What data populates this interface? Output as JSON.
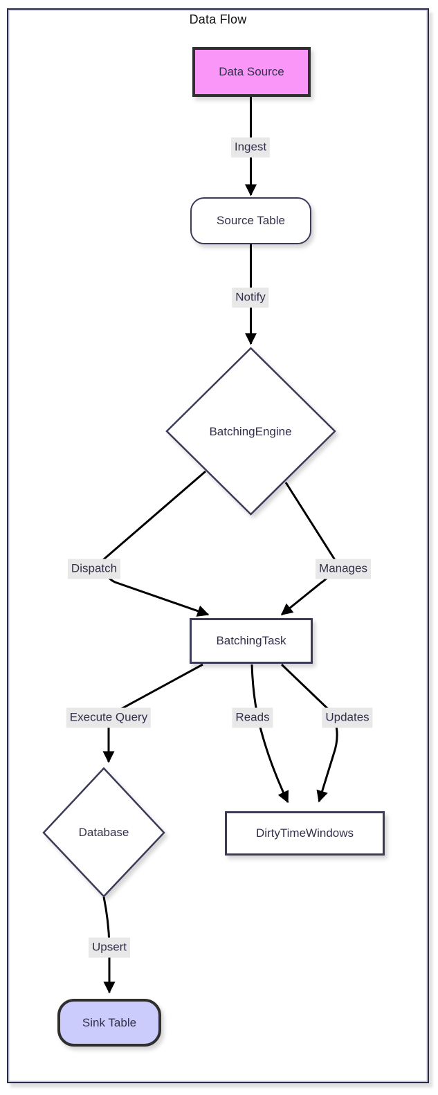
{
  "diagram": {
    "title": "Data Flow",
    "type": "flowchart",
    "direction": "top-down",
    "edge_label_bg": "#e8e8e8",
    "edge_color": "#000000",
    "text_color": "#32304a",
    "frame_border_color": "#2b2b45",
    "nodes": [
      {
        "id": "data_source",
        "label": "Data Source",
        "shape": "rectangle",
        "fill": "#f996f8",
        "stroke": "#2f2f2f"
      },
      {
        "id": "source_table",
        "label": "Source Table",
        "shape": "rounded-rectangle",
        "fill": "#ffffff",
        "stroke": "#3b3b58"
      },
      {
        "id": "batching_engine",
        "label": "BatchingEngine",
        "shape": "diamond",
        "fill": "#ffffff",
        "stroke": "#3b3b58"
      },
      {
        "id": "batching_task",
        "label": "BatchingTask",
        "shape": "rectangle",
        "fill": "#ffffff",
        "stroke": "#3b3b58"
      },
      {
        "id": "database",
        "label": "Database",
        "shape": "diamond",
        "fill": "#ffffff",
        "stroke": "#3b3b58"
      },
      {
        "id": "dirty_time_windows",
        "label": "DirtyTimeWindows",
        "shape": "rectangle",
        "fill": "#ffffff",
        "stroke": "#3b3b58"
      },
      {
        "id": "sink_table",
        "label": "Sink Table",
        "shape": "rounded-rectangle",
        "fill": "#ccccfc",
        "stroke": "#2f2f2f"
      }
    ],
    "edges": [
      {
        "from": "data_source",
        "to": "source_table",
        "label": "Ingest"
      },
      {
        "from": "source_table",
        "to": "batching_engine",
        "label": "Notify"
      },
      {
        "from": "batching_engine",
        "to": "batching_task",
        "label": "Dispatch"
      },
      {
        "from": "batching_engine",
        "to": "batching_task",
        "label": "Manages"
      },
      {
        "from": "batching_task",
        "to": "database",
        "label": "Execute Query"
      },
      {
        "from": "batching_task",
        "to": "dirty_time_windows",
        "label": "Reads"
      },
      {
        "from": "batching_task",
        "to": "dirty_time_windows",
        "label": "Updates"
      },
      {
        "from": "database",
        "to": "sink_table",
        "label": "Upsert"
      }
    ]
  }
}
